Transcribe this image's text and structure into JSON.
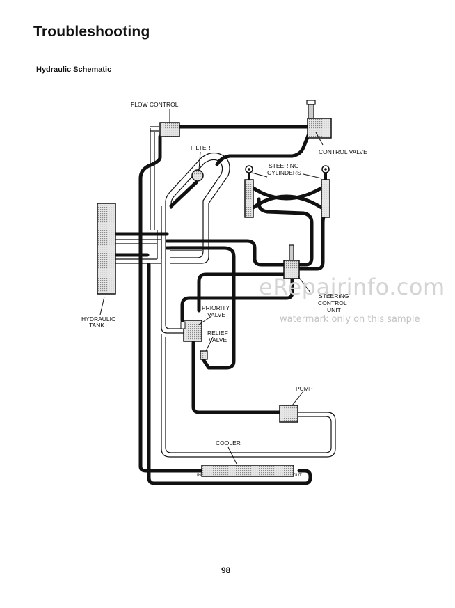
{
  "page": {
    "title": "Troubleshooting",
    "subtitle": "Hydraulic Schematic",
    "page_number": "98"
  },
  "watermark": {
    "brand": "eRepairinfo.com",
    "note": "watermark only on this sample"
  },
  "labels": {
    "flow_control": "FLOW CONTROL",
    "filter": "FILTER",
    "control_valve": "CONTROL VALVE",
    "steering_cylinders_1": "STEERING",
    "steering_cylinders_2": "CYLINDERS",
    "hydraulic_tank_1": "HYDRAULIC",
    "hydraulic_tank_2": "TANK",
    "priority_valve_1": "PRIORITY",
    "priority_valve_2": "VALVE",
    "relief_valve_1": "RELIEF",
    "relief_valve_2": "VALVE",
    "steering_control_1": "STEERING",
    "steering_control_2": "CONTROL",
    "steering_control_3": "UNIT",
    "pump": "PUMP",
    "cooler": "COOLER",
    "cooler_in": "IN",
    "cooler_out": "OUT"
  }
}
